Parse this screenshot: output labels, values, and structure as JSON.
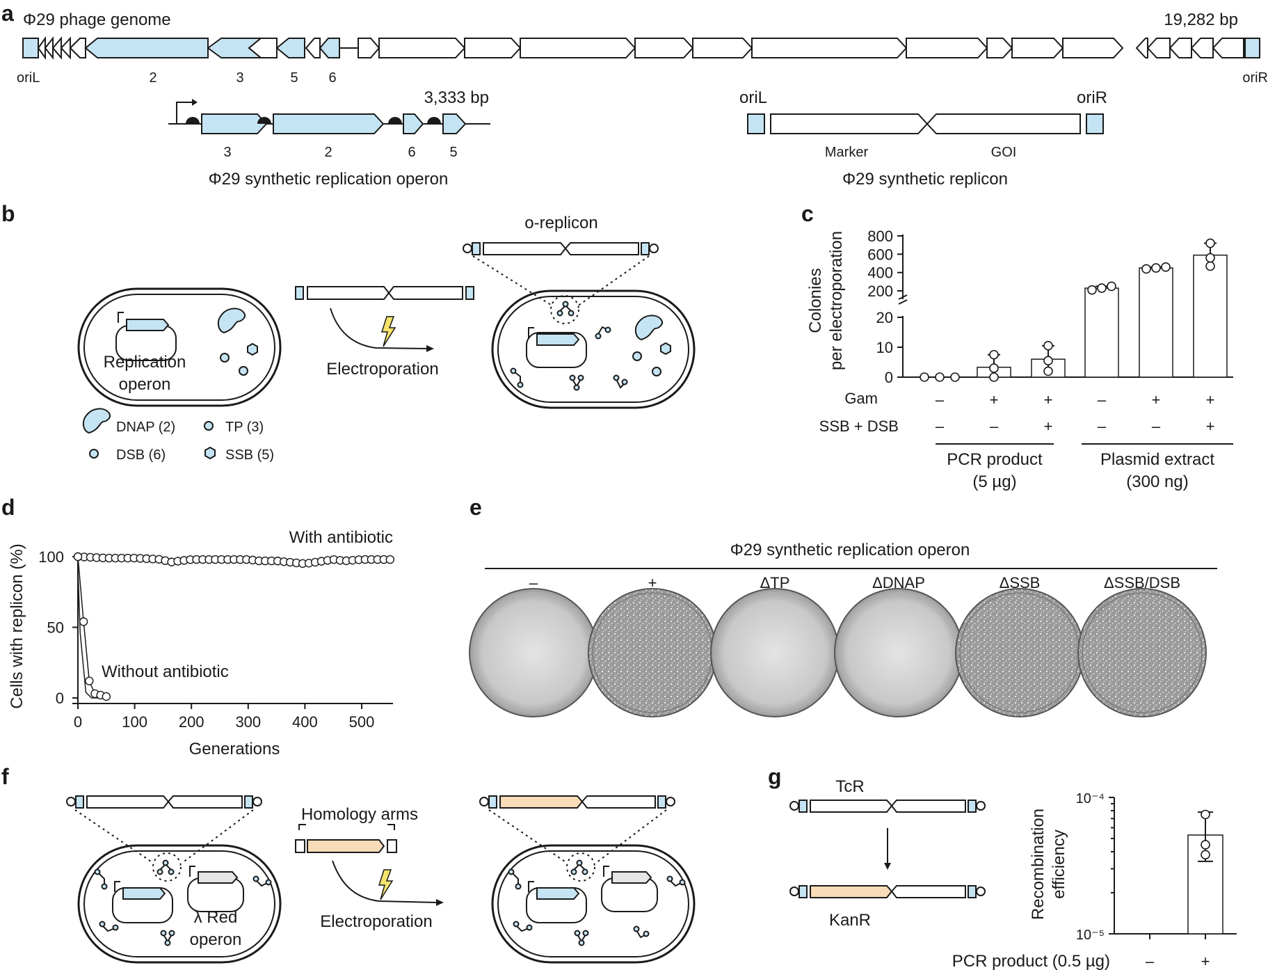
{
  "colors": {
    "operon_gene": "#c5e4f3",
    "insert": "#f8dcb8",
    "lambda_red": "#e6e6e6",
    "bolt": "#f5e36b",
    "plate": "#9a9a9a"
  },
  "panel_a": {
    "label": "a",
    "genome_title": "Φ29 phage genome",
    "genome_size": "19,282 bp",
    "oriL": "oriL",
    "oriR": "oriR",
    "gene_labels": [
      "2",
      "3",
      "5",
      "6"
    ],
    "operon_size": "3,333 bp",
    "operon_gene_labels": [
      "3",
      "2",
      "6",
      "5"
    ],
    "operon_title": "Φ29 synthetic replication operon",
    "replicon_oriL": "oriL",
    "replicon_oriR": "oriR",
    "replicon_marker": "Marker",
    "replicon_goi": "GOI",
    "replicon_title": "Φ29 synthetic replicon"
  },
  "panel_b": {
    "label": "b",
    "o_replicon": "o-replicon",
    "replication_operon": [
      "Replication",
      "operon"
    ],
    "electroporation": "Electroporation",
    "legend": [
      "DNAP (2)",
      "TP (3)",
      "DSB (6)",
      "SSB (5)"
    ]
  },
  "panel_c": {
    "label": "c",
    "chart_data": {
      "type": "bar",
      "ylabel": [
        "Colonies",
        "per electroporation"
      ],
      "y_ticks_lower": [
        0,
        10,
        20
      ],
      "y_ticks_upper": [
        200,
        400,
        600,
        800
      ],
      "conditions": [
        {
          "gam": "–",
          "ssb_dsb": "–",
          "mean": 0,
          "points": [
            0,
            0,
            0
          ]
        },
        {
          "gam": "+",
          "ssb_dsb": "–",
          "mean": 3.3,
          "points": [
            0,
            3,
            7.5
          ]
        },
        {
          "gam": "+",
          "ssb_dsb": "+",
          "mean": 6,
          "points": [
            2,
            5.5,
            10.5
          ]
        },
        {
          "gam": "–",
          "ssb_dsb": "–",
          "mean": 230,
          "points": [
            210,
            230,
            250
          ]
        },
        {
          "gam": "+",
          "ssb_dsb": "–",
          "mean": 450,
          "points": [
            440,
            450,
            460
          ]
        },
        {
          "gam": "+",
          "ssb_dsb": "+",
          "mean": 590,
          "points": [
            470,
            560,
            720
          ]
        }
      ],
      "row_labels": [
        "Gam",
        "SSB + DSB"
      ],
      "group_labels": [
        [
          "PCR product",
          "(5 µg)"
        ],
        [
          "Plasmid extract",
          "(300 ng)"
        ]
      ]
    }
  },
  "panel_d": {
    "label": "d",
    "chart_data": {
      "type": "line",
      "xlabel": "Generations",
      "ylabel": "Cells with replicon (%)",
      "x_ticks": [
        0,
        100,
        200,
        300,
        400,
        500
      ],
      "y_ticks": [
        0,
        50,
        100
      ],
      "xlim": [
        0,
        550
      ],
      "ylim": [
        0,
        100
      ],
      "series": [
        {
          "name": "With antibiotic",
          "x": [
            0,
            50,
            100,
            150,
            160,
            200,
            250,
            300,
            320,
            350,
            400,
            450,
            470,
            500,
            550
          ],
          "values": [
            100,
            99,
            99,
            98,
            96,
            98,
            98,
            98,
            97,
            97,
            95,
            98,
            97,
            98,
            98
          ]
        },
        {
          "name": "Without antibiotic",
          "x": [
            0,
            10,
            20,
            30,
            40,
            50
          ],
          "values": [
            100,
            54,
            12,
            3,
            2,
            1
          ]
        }
      ]
    }
  },
  "panel_e": {
    "label": "e",
    "title": "Φ29 synthetic replication operon",
    "plates": [
      "–",
      "+",
      "ΔTP",
      "ΔDNAP",
      "ΔSSB",
      "ΔSSB/DSB"
    ],
    "plate_density": [
      0,
      1,
      0,
      0,
      1,
      1
    ]
  },
  "panel_f": {
    "label": "f",
    "homology_arms": "Homology arms",
    "lambda_red": [
      "λ Red",
      "operon"
    ],
    "electroporation": "Electroporation"
  },
  "panel_g": {
    "label": "g",
    "tcr": "TcR",
    "kanr": "KanR",
    "chart_data": {
      "type": "bar",
      "ylabel": [
        "Recombination",
        "efficiency"
      ],
      "y_scale": "log",
      "y_tick_labels": [
        "10⁻⁴",
        "10⁻⁵"
      ],
      "ylim": [
        1e-05,
        0.0001
      ],
      "xlabel": "PCR product (0.5 µg)",
      "categories": [
        "–",
        "+"
      ],
      "values": [
        0,
        5.3e-05
      ],
      "points": [
        [],
        [
          7.5e-05,
          4.5e-05,
          3.8e-05
        ]
      ],
      "error": [
        [],
        [
          3.4e-05,
          7.8e-05
        ]
      ]
    }
  }
}
